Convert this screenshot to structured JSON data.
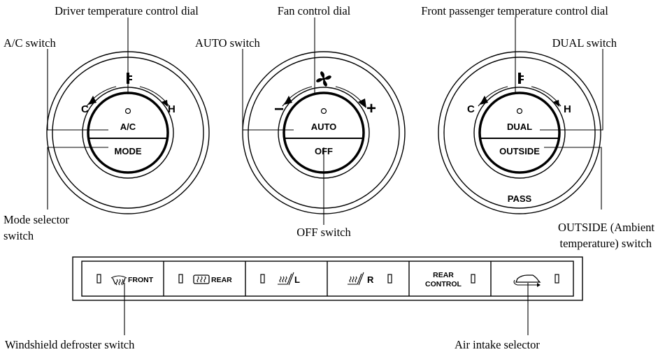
{
  "callouts": {
    "driver_temp_dial": "Driver temperature control dial",
    "fan_dial": "Fan control dial",
    "passenger_temp_dial": "Front passenger temperature control dial",
    "ac_switch": "A/C switch",
    "auto_switch": "AUTO switch",
    "dual_switch": "DUAL switch",
    "mode_selector_line1": "Mode selector",
    "mode_selector_line2": "switch",
    "off_switch": "OFF switch",
    "outside_line1": "OUTSIDE (Ambient",
    "outside_line2": "temperature) switch",
    "windshield_defroster": "Windshield defroster switch",
    "air_intake": "Air intake selector"
  },
  "dials": {
    "driver": {
      "upper": "A/C",
      "lower": "MODE",
      "left": "C",
      "right": "H"
    },
    "fan": {
      "upper": "AUTO",
      "lower": "OFF",
      "left": "−",
      "right": "+"
    },
    "passenger": {
      "upper": "DUAL",
      "lower": "OUTSIDE",
      "left": "C",
      "right": "H",
      "bottom": "PASS"
    }
  },
  "panel_buttons": {
    "front": "FRONT",
    "rear": "REAR",
    "seat_left": "L",
    "seat_right": "R",
    "rear_control_line1": "REAR",
    "rear_control_line2": "CONTROL"
  },
  "icons": [
    "thermometer-icon",
    "fan-icon",
    "windshield-defroster-icon",
    "rear-defroster-icon",
    "seat-heater-icon",
    "air-recirculation-icon"
  ]
}
